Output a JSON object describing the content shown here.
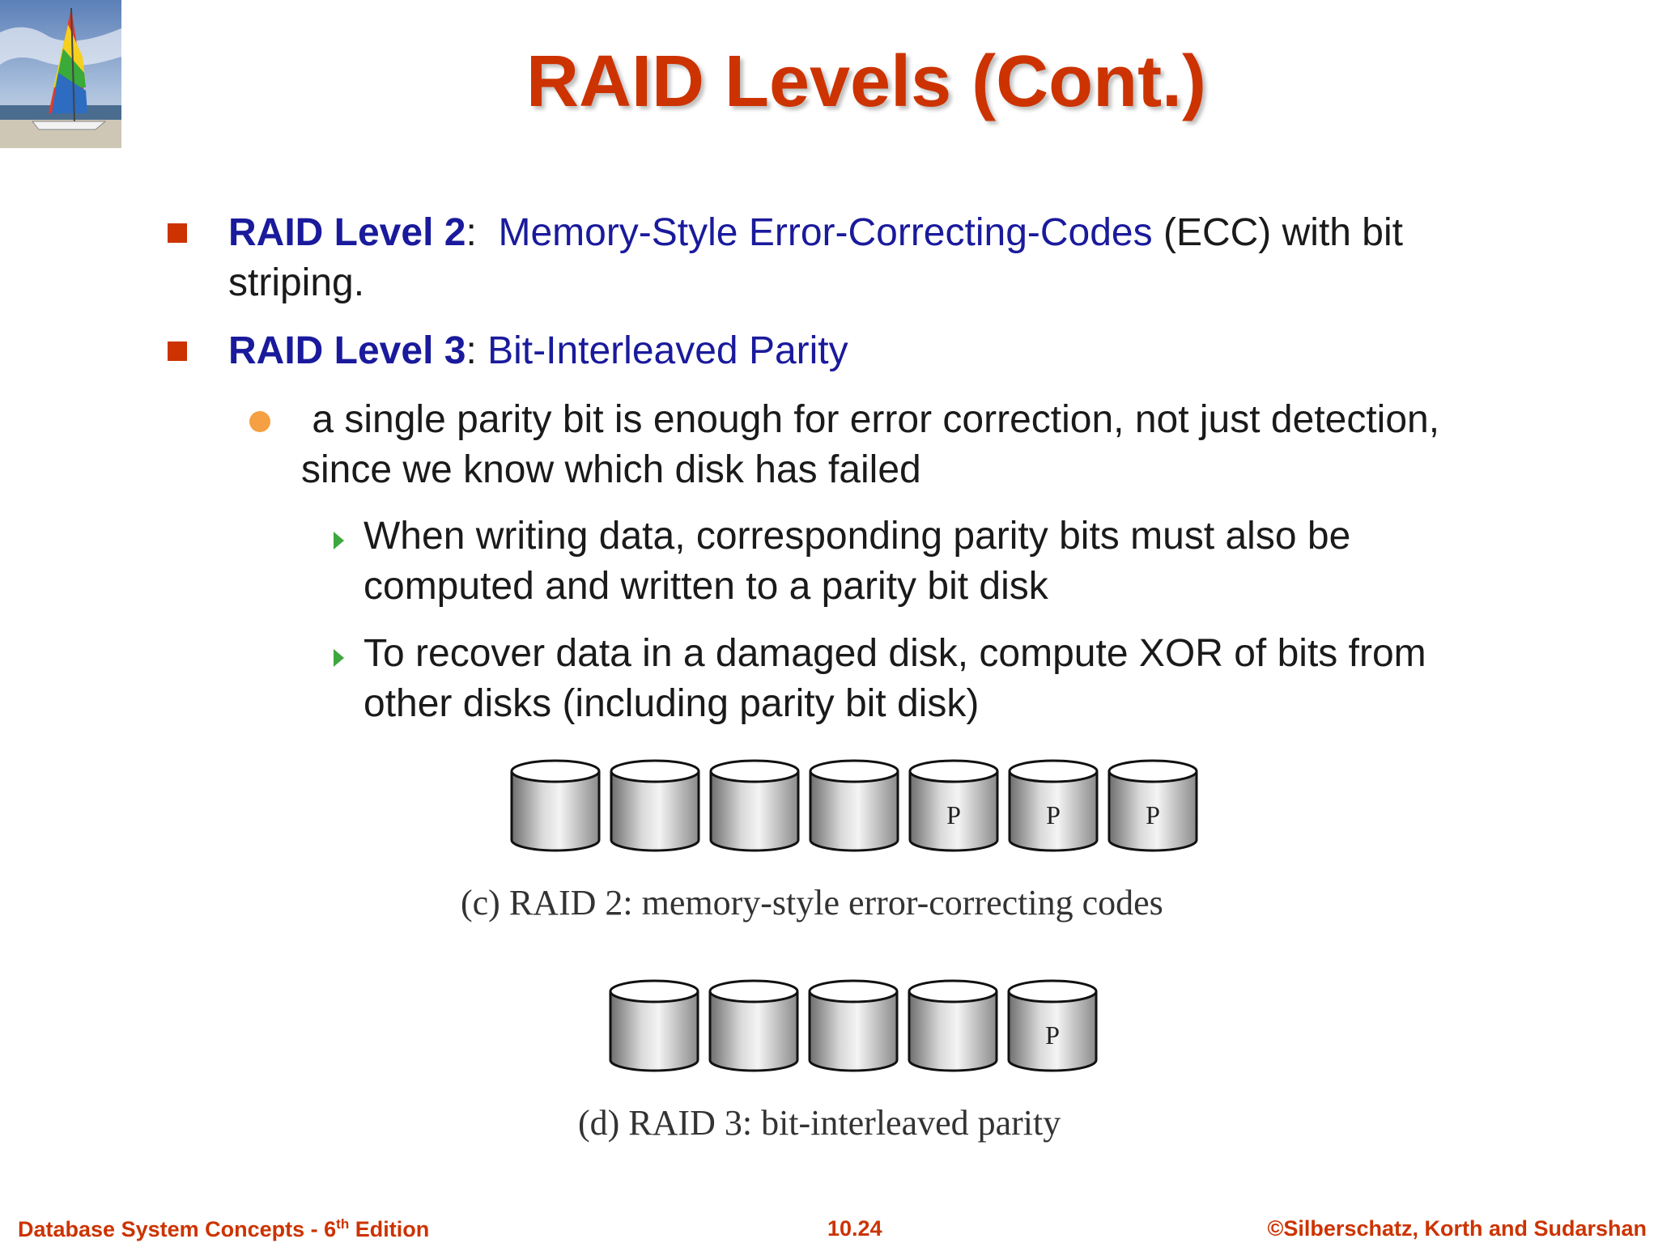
{
  "slide": {
    "title": "RAID Levels (Cont.)"
  },
  "bullets": {
    "raid2": {
      "keyword": "RAID Level 2",
      "sep": ":  ",
      "name": "Memory-Style Error-Correcting-Codes",
      "rest": " (ECC) with bit striping."
    },
    "raid3": {
      "keyword": "RAID Level 3",
      "sep": ": ",
      "name": "Bit-Interleaved Parity",
      "sub": {
        "text": " a single parity bit is enough for error correction, not just detection, since we know which disk has failed",
        "items": [
          "When writing data, corresponding parity bits must also be computed and written to a parity bit disk",
          "To recover data in a damaged disk, compute XOR of bits from other disks (including parity bit disk)"
        ]
      }
    }
  },
  "figures": {
    "raid2": {
      "caption": "(c) RAID 2: memory-style error-correcting codes",
      "disks": [
        "",
        "",
        "",
        "",
        "P",
        "P",
        "P"
      ]
    },
    "raid3": {
      "caption": "(d) RAID 3: bit-interleaved parity",
      "disks": [
        "",
        "",
        "",
        "",
        "P"
      ]
    }
  },
  "footer": {
    "left_main": "Database System Concepts - 6",
    "left_sup": "th",
    "left_tail": " Edition",
    "center": "10.24",
    "right": "©Silberschatz, Korth and Sudarshan"
  },
  "colors": {
    "title": "#cc3300",
    "keyword": "#1a1a9c",
    "square_bullet": "#cc3300",
    "dot_bullet": "#f5a042",
    "arrow_bullet": "#3da83d",
    "footer": "#cc3300"
  }
}
